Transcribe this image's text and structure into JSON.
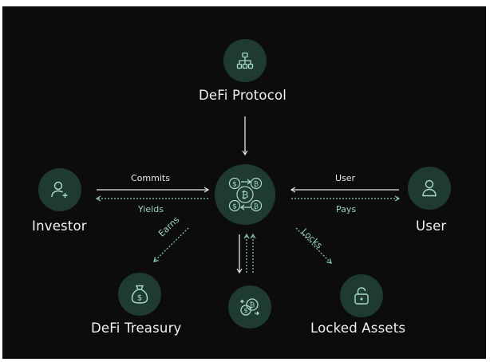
{
  "colors": {
    "background": "#0c0c0c",
    "node_fill": "#1f3a33",
    "icon_stroke": "#a9dcc9",
    "solid_arrow": "#e6e6e6",
    "dashed_arrow": "#8ccfb8"
  },
  "nodes": {
    "defi_protocol": {
      "label": "DeFi Protocol",
      "icon": "hierarchy-icon"
    },
    "investor": {
      "label": "Investor",
      "icon": "user-plus-icon"
    },
    "user": {
      "label": "User",
      "icon": "user-icon"
    },
    "defi_treasury": {
      "label": "DeFi Treasury",
      "icon": "money-bag-icon"
    },
    "locked_assets": {
      "label": "Locked Assets",
      "icon": "unlock-icon"
    },
    "hub": {
      "icon": "crypto-exchange-icon"
    },
    "bottom": {
      "icon": "coin-swap-icon"
    }
  },
  "edges": {
    "commits": "Commits",
    "yields": "Yields",
    "user": "User",
    "pays": "Pays",
    "earns": "Earns",
    "locks": "Locks"
  }
}
